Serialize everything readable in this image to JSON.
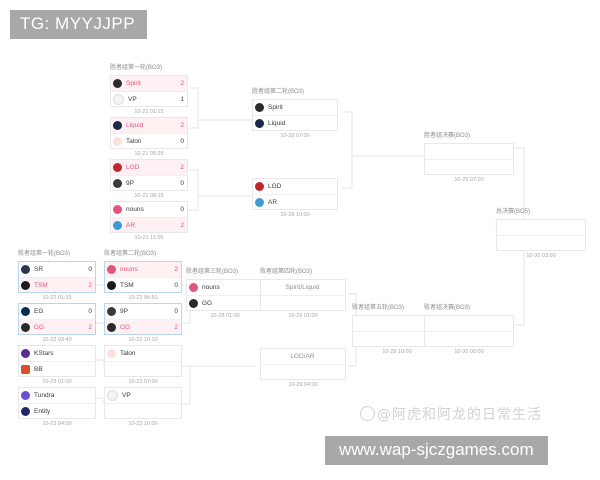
{
  "banner": {
    "text": "TG: MYYJJPP"
  },
  "watermarks": {
    "weibo": "@阿虎和阿龙的日常生活",
    "url": "www.wap-sjczgames.com"
  },
  "rounds": {
    "wb_r1": "胜者组第一轮(BO3)",
    "wb_r2": "胜者组第二轮(BO3)",
    "wb_final": "胜者组决赛(BO3)",
    "grand_final": "总决赛(BO5)",
    "lb_r1": "败者组第一轮(BO3)",
    "lb_r2": "败者组第二轮(BO3)",
    "lb_r3": "败者组第三轮(BO3)",
    "lb_r4": "败者组第四轮(BO3)",
    "lb_r5": "败者组第五轮(BO3)",
    "lb_final": "败者组决赛(BO3)"
  },
  "matches": {
    "wb_r1_m1": {
      "time": "10-21 01:15",
      "teams": [
        {
          "name": "Spirit",
          "score": "2",
          "winner": true,
          "logo": "spirit-logo",
          "color": "#2b2b2b"
        },
        {
          "name": "VP",
          "score": "1",
          "winner": false,
          "logo": "vp-logo",
          "color": "#ffffff"
        }
      ]
    },
    "wb_r1_m2": {
      "time": "10-21 05:25",
      "teams": [
        {
          "name": "Liquid",
          "score": "2",
          "winner": true,
          "logo": "liquid-logo",
          "color": "#1b2a4a"
        },
        {
          "name": "Talon",
          "score": "0",
          "winner": false,
          "logo": "talon-logo",
          "color": "#f2a0a0"
        }
      ]
    },
    "wb_r1_m3": {
      "time": "10-21 08:15",
      "teams": [
        {
          "name": "LGD",
          "score": "2",
          "winner": true,
          "logo": "lgd-logo",
          "color": "#c0272d"
        },
        {
          "name": "9P",
          "score": "0",
          "winner": false,
          "logo": "9p-logo",
          "color": "#3a3a3a"
        }
      ]
    },
    "wb_r1_m4": {
      "time": "10-21 11:05",
      "teams": [
        {
          "name": "nouns",
          "score": "0",
          "winner": false,
          "logo": "nouns-logo",
          "color": "#e3557a"
        },
        {
          "name": "AR",
          "score": "2",
          "winner": true,
          "logo": "ar-logo",
          "color": "#3d9ad6"
        }
      ]
    },
    "wb_r2_m1": {
      "time": "10-28 07:00",
      "teams": [
        {
          "name": "Spirit",
          "score": "",
          "winner": false,
          "logo": "spirit-logo",
          "color": "#2b2b2b"
        },
        {
          "name": "Liquid",
          "score": "",
          "winner": false,
          "logo": "liquid-logo",
          "color": "#1b2a4a"
        }
      ]
    },
    "wb_r2_m2": {
      "time": "10-28 10:00",
      "teams": [
        {
          "name": "LGD",
          "score": "",
          "winner": false,
          "logo": "lgd-logo",
          "color": "#c0272d"
        },
        {
          "name": "AR",
          "score": "",
          "winner": false,
          "logo": "ar-logo",
          "color": "#3d9ad6"
        }
      ]
    },
    "wb_final_m1": {
      "time": "10-29 07:00",
      "teams": [
        {
          "name": "",
          "score": "",
          "winner": false,
          "logo": "",
          "color": ""
        },
        {
          "name": "",
          "score": "",
          "winner": false,
          "logo": "",
          "color": ""
        }
      ]
    },
    "grand_final_m1": {
      "time": "10-30 03:00",
      "teams": [
        {
          "name": "",
          "score": "",
          "winner": false,
          "logo": "",
          "color": ""
        },
        {
          "name": "",
          "score": "",
          "winner": false,
          "logo": "",
          "color": ""
        }
      ]
    },
    "lb_r1_m1": {
      "time": "10-22 01:15",
      "highlight": true,
      "teams": [
        {
          "name": "SR",
          "score": "0",
          "winner": false,
          "logo": "sr-logo",
          "color": "#2b3550"
        },
        {
          "name": "TSM",
          "score": "2",
          "winner": true,
          "logo": "tsm-logo",
          "color": "#1a1a1a"
        }
      ]
    },
    "lb_r1_m2": {
      "time": "10-22 03:40",
      "highlight": true,
      "teams": [
        {
          "name": "EG",
          "score": "0",
          "winner": false,
          "logo": "eg-logo",
          "color": "#0b2a52"
        },
        {
          "name": "GG",
          "score": "2",
          "winner": true,
          "logo": "gg-logo",
          "color": "#2a2a2a"
        }
      ]
    },
    "lb_r1_m3": {
      "time": "10-23 01:00",
      "teams": [
        {
          "name": "KStars",
          "score": "",
          "winner": false,
          "logo": "kstars-logo",
          "color": "#5b2d8e"
        },
        {
          "name": "BB",
          "score": "",
          "winner": false,
          "logo": "bb-logo",
          "color": "#d94f2b"
        }
      ]
    },
    "lb_r1_m4": {
      "time": "10-23 04:00",
      "teams": [
        {
          "name": "Tundra",
          "score": "",
          "winner": false,
          "logo": "tundra-logo",
          "color": "#6c4fd0"
        },
        {
          "name": "Entity",
          "score": "",
          "winner": false,
          "logo": "entity-logo",
          "color": "#23246b"
        }
      ]
    },
    "lb_r2_m1": {
      "time": "10-22 06:50",
      "highlight": true,
      "teams": [
        {
          "name": "nouns",
          "score": "2",
          "winner": true,
          "logo": "nouns-logo",
          "color": "#e3557a"
        },
        {
          "name": "TSM",
          "score": "0",
          "winner": false,
          "logo": "tsm-logo",
          "color": "#1a1a1a"
        }
      ]
    },
    "lb_r2_m2": {
      "time": "10-22 10:10",
      "highlight": true,
      "teams": [
        {
          "name": "9P",
          "score": "0",
          "winner": false,
          "logo": "9p-logo",
          "color": "#3a3a3a"
        },
        {
          "name": "GG",
          "score": "2",
          "winner": true,
          "logo": "gg-logo",
          "color": "#2a2a2a"
        }
      ]
    },
    "lb_r2_m3": {
      "time": "10-23 07:00",
      "teams": [
        {
          "name": "Talon",
          "score": "",
          "winner": false,
          "logo": "talon-logo",
          "color": "#f2a0a0"
        },
        {
          "name": "",
          "score": "",
          "winner": false,
          "logo": "",
          "color": ""
        }
      ]
    },
    "lb_r2_m4": {
      "time": "10-23 10:00",
      "teams": [
        {
          "name": "VP",
          "score": "",
          "winner": false,
          "logo": "vp-logo",
          "color": "#ffffff"
        },
        {
          "name": "",
          "score": "",
          "winner": false,
          "logo": "",
          "color": ""
        }
      ]
    },
    "lb_r3_m1": {
      "time": "10-28 01:00",
      "teams": [
        {
          "name": "nouns",
          "score": "",
          "winner": false,
          "logo": "nouns-logo",
          "color": "#e3557a"
        },
        {
          "name": "GG",
          "score": "",
          "winner": false,
          "logo": "gg-logo",
          "color": "#2a2a2a"
        }
      ]
    },
    "lb_r4_m1": {
      "time": "10-29 01:00",
      "placeholder": "Spirit/Liquid"
    },
    "lb_r4_m2": {
      "time": "10-29 04:00",
      "placeholder": "LGD/AR"
    },
    "lb_r5_m1": {
      "time": "10-29 10:00",
      "teams": [
        {
          "name": "",
          "score": "",
          "winner": false,
          "logo": "",
          "color": ""
        },
        {
          "name": "",
          "score": "",
          "winner": false,
          "logo": "",
          "color": ""
        }
      ]
    },
    "lb_final_m1": {
      "time": "10-30 00:00",
      "teams": [
        {
          "name": "",
          "score": "",
          "winner": false,
          "logo": "",
          "color": ""
        },
        {
          "name": "",
          "score": "",
          "winner": false,
          "logo": "",
          "color": ""
        }
      ]
    }
  }
}
